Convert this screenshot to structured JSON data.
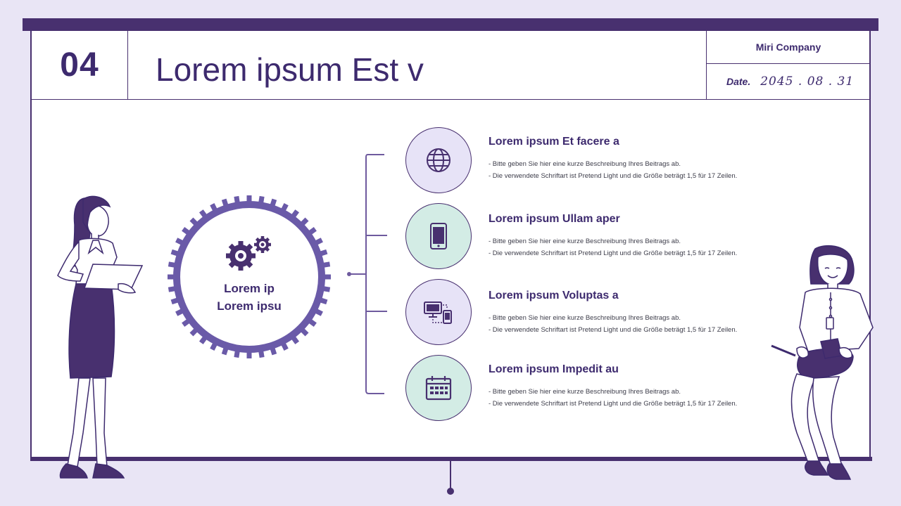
{
  "header": {
    "number": "04",
    "title": "Lorem ipsum Est v",
    "company": "Miri Company",
    "date_label": "Date.",
    "date_value": "2045 . 08 . 31"
  },
  "center": {
    "line1": "Lorem ip",
    "line2": "Lorem ipsu",
    "icon": "gears-icon"
  },
  "items": [
    {
      "title": "Lorem ipsum Et facere a",
      "line1": "- Bitte geben Sie hier eine kurze Beschreibung Ihres Beitrags ab.",
      "line2": "- Die verwendete Schriftart ist Pretend Light und die Größe beträgt 1,5 für 17 Zeilen.",
      "icon": "globe-icon",
      "color": "#e7e3f7"
    },
    {
      "title": "Lorem ipsum Ullam aper",
      "line1": "- Bitte geben Sie hier eine kurze Beschreibung Ihres Beitrags ab.",
      "line2": "- Die verwendete Schriftart ist Pretend Light und die Größe beträgt 1,5 für 17 Zeilen.",
      "icon": "smartphone-icon",
      "color": "#d3ece5"
    },
    {
      "title": "Lorem ipsum Voluptas a",
      "line1": "- Bitte geben Sie hier eine kurze Beschreibung Ihres Beitrags ab.",
      "line2": "- Die verwendete Schriftart ist Pretend Light und die Größe beträgt 1,5 für 17 Zeilen.",
      "icon": "devices-sync-icon",
      "color": "#e7e3f7"
    },
    {
      "title": "Lorem ipsum Impedit au",
      "line1": "- Bitte geben Sie hier eine kurze Beschreibung Ihres Beitrags ab.",
      "line2": "- Die verwendete Schriftart ist Pretend Light und die Größe beträgt 1,5 für 17 Zeilen.",
      "icon": "calendar-icon",
      "color": "#d3ece5"
    }
  ],
  "colors": {
    "primary": "#48306f",
    "background": "#e9e5f5",
    "lavender": "#e7e3f7",
    "mint": "#d3ece5"
  }
}
